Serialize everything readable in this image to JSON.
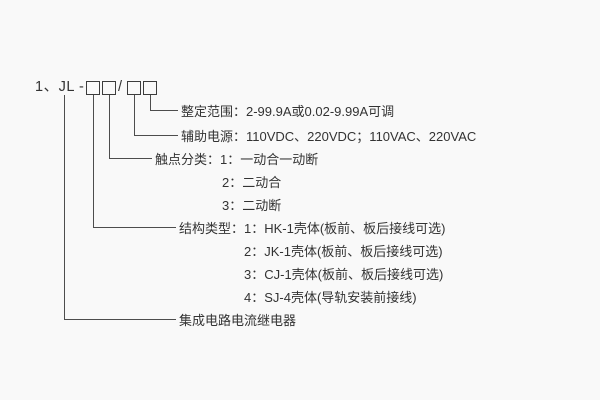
{
  "page": {
    "bg": "#f9f9f9",
    "ink": "#333333"
  },
  "model_code": {
    "prefix": "1、JL",
    "dash": "-",
    "slash": "/"
  },
  "callouts": {
    "setting_range": "整定范围：2-99.9A或0.02-9.99A可调",
    "aux_power": "辅助电源：110VDC、220VDC；110VAC、220VAC",
    "contact_type": "触点分类：1：一动合一动断",
    "contact_items": [
      "2：二动合",
      "3：二动断"
    ],
    "structure_type": "结构类型：1：HK-1壳体(板前、板后接线可选)",
    "structure_items": [
      "2：JK-1壳体(板前、板后接线可选)",
      "3：CJ-1壳体(板前、板后接线可选)",
      "4：SJ-4壳体(导轨安装前接线)"
    ],
    "product_name": "集成电路电流继电器"
  }
}
